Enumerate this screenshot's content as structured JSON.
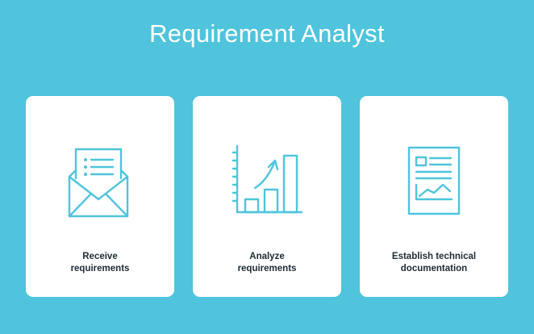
{
  "header": {
    "title": "Requirement Analyst"
  },
  "cards": [
    {
      "icon": "envelope-document-icon",
      "label_line1": "Receive",
      "label_line2": "requirements"
    },
    {
      "icon": "growth-chart-icon",
      "label_line1": "Analyze",
      "label_line2": "requirements"
    },
    {
      "icon": "report-document-icon",
      "label_line1": "Establish technical",
      "label_line2": "documentation"
    }
  ],
  "colors": {
    "background": "#4fc4dc",
    "card": "#ffffff",
    "icon": "#4fc4dc",
    "label_text": "#1e2a33",
    "title_text": "#ffffff"
  }
}
